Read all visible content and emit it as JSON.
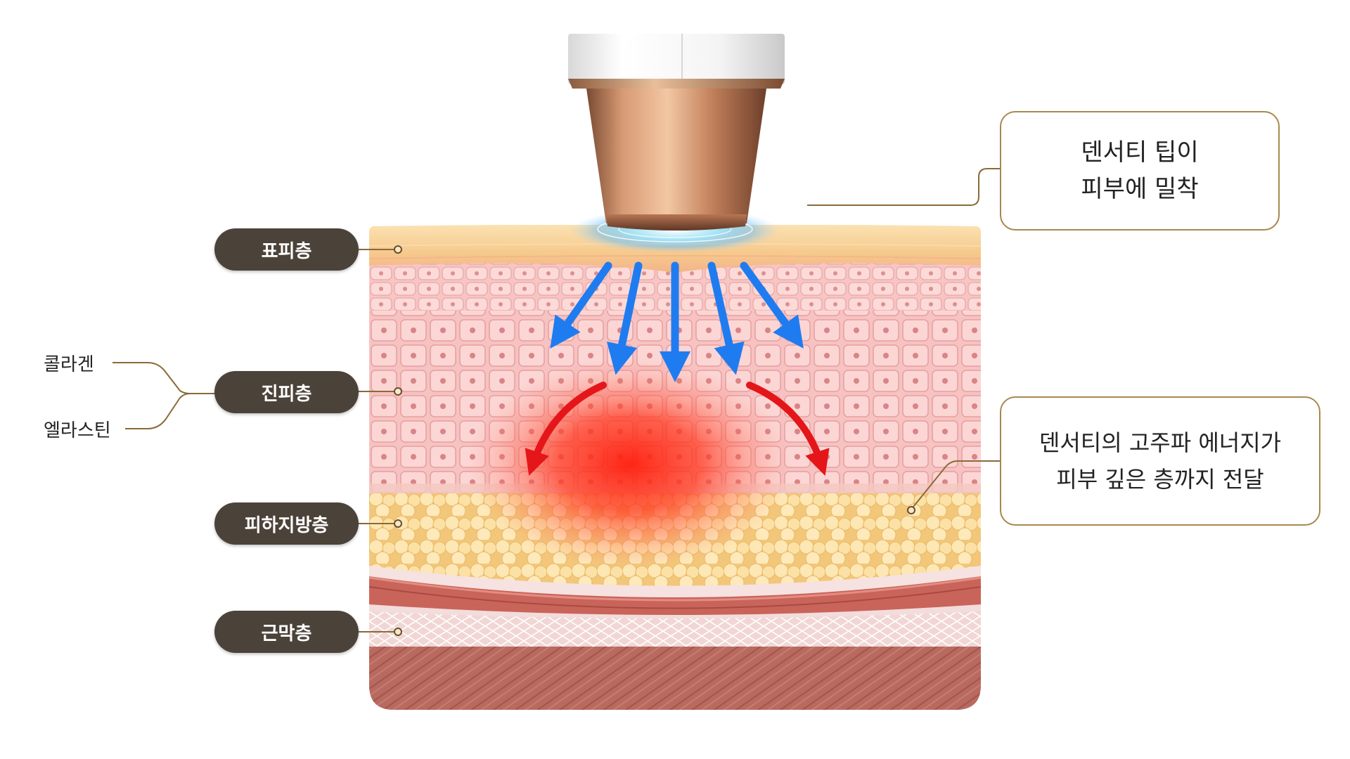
{
  "layers": [
    {
      "key": "epidermis",
      "label": "표피층"
    },
    {
      "key": "dermis",
      "label": "진피층"
    },
    {
      "key": "subcutaneous",
      "label": "피하지방층"
    },
    {
      "key": "fascia",
      "label": "근막층"
    }
  ],
  "dermis_components": [
    "콜라겐",
    "엘라스틴"
  ],
  "callouts": {
    "tip_contact": {
      "line1": "덴서티 팁이",
      "line2": "피부에 밀착"
    },
    "energy_delivery": {
      "line1": "덴서티의 고주파 에너지가",
      "line2": "피부 깊은 층까지 전달"
    }
  },
  "colors": {
    "label_background": "#4b4239",
    "callout_border": "#a8884f",
    "cooling_arrow": "#1f7cf0",
    "heat_arrow": "#e4161a",
    "heat_glow": "#ff2a1a",
    "epidermis": "#f6d49a",
    "dermis": "#f6b8b8",
    "fat": "#f8d98c",
    "muscle": "#b45c55",
    "device_tip": "#c98a62"
  },
  "icons": {
    "device": "rf-device-tip",
    "cooling_arrows": "blue-down-arrow",
    "heat_arrows": "red-curved-arrow"
  }
}
